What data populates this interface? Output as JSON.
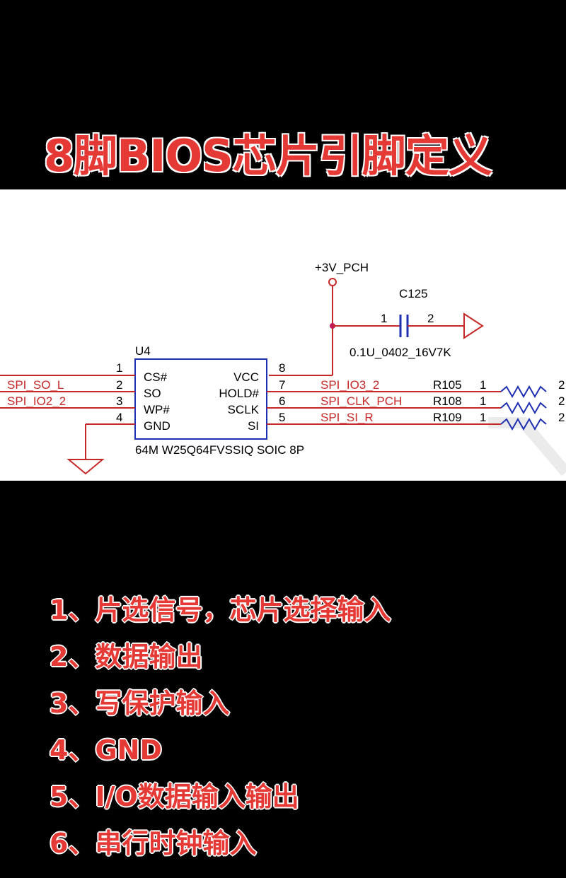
{
  "title": "8脚BIOS芯片引脚定义",
  "schematic": {
    "power_label": "+3V_PCH",
    "capacitor": {
      "ref": "C125",
      "pin1": "1",
      "pin2": "2",
      "value": "0.1U_0402_16V7K"
    },
    "chip": {
      "ref": "U4",
      "part": "64M W25Q64FVSSIQ SOIC 8P"
    },
    "left_pins": [
      {
        "num": "1",
        "name": "CS#",
        "net": ""
      },
      {
        "num": "2",
        "name": "SO",
        "net": "SPI_SO_L"
      },
      {
        "num": "3",
        "name": "WP#",
        "net": "SPI_IO2_2"
      },
      {
        "num": "4",
        "name": "GND",
        "net": ""
      }
    ],
    "right_pins": [
      {
        "num": "8",
        "name": "VCC",
        "net": "",
        "res": "",
        "res_pin": ""
      },
      {
        "num": "7",
        "name": "HOLD#",
        "net": "SPI_IO3_2",
        "res": "R105",
        "res_pin": "1"
      },
      {
        "num": "6",
        "name": "SCLK",
        "net": "SPI_CLK_PCH",
        "res": "R108",
        "res_pin": "1"
      },
      {
        "num": "5",
        "name": "SI",
        "net": "SPI_SI_R",
        "res": "R109",
        "res_pin": "1"
      }
    ],
    "res_pin2": "2"
  },
  "descriptions": [
    "1、片选信号，芯片选择输入",
    "2、数据输出",
    "3、写保护输入",
    "4、GND",
    "5、I/O数据输入输出",
    "6、串行时钟输入"
  ],
  "colors": {
    "title": "#e53935",
    "wire": "#c62828",
    "chip_outline": "#1e2fb0",
    "resistor": "#1e2fb0",
    "cap_node": "#c2185b"
  }
}
